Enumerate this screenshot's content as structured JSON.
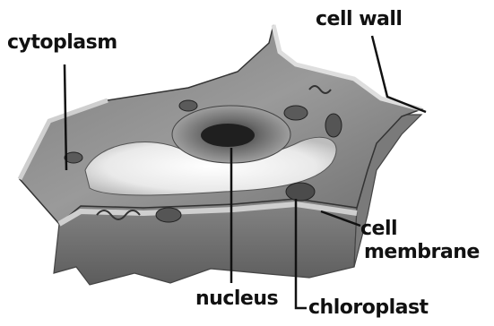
{
  "labels": {
    "cytoplasm": "cytoplasm",
    "cell_wall": "cell wall",
    "cell_membrane_line1": "cell",
    "cell_membrane_line2": "membrane",
    "nucleus": "nucleus",
    "chloroplast": "chloroplast"
  },
  "colors": {
    "cell_gray": "#8a8a8a",
    "wall_light": "#d4d4d4",
    "vacuole_white": "#f3f3f3",
    "leader_black": "#111111"
  }
}
